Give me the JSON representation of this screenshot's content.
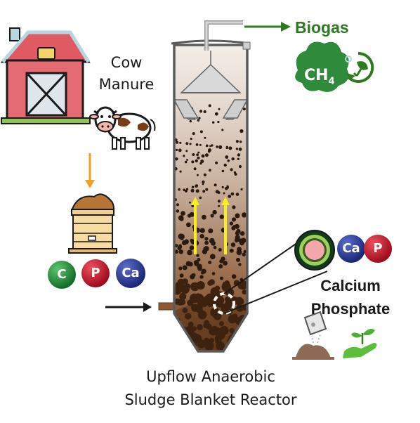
{
  "cow_label": [
    "Cow",
    "Manure"
  ],
  "biogas_label": "Biogas",
  "ch4_label": "CH",
  "ch4_sub": "4",
  "manure_elements": [
    "C",
    "P",
    "Ca"
  ],
  "product_elements": [
    "Ca",
    "P"
  ],
  "product_label": [
    "Calcium",
    "Phosphate"
  ],
  "reactor_label": [
    "Upflow Anaerobic",
    "Sludge Blanket Reactor"
  ],
  "colors": {
    "carbon": "#1f8a3a",
    "phosphorus": "#c8102e",
    "calcium": "#23348f",
    "biogas_green": "#2d7a1f",
    "sludge_brown": "#7a4a26",
    "flow_arrow": "#f0a020",
    "upflow_arrow": "#f7ef1c"
  },
  "icons": [
    "barn-icon",
    "cow-icon",
    "manure-bin-icon",
    "methane-cloud-icon",
    "renewable-plug-icon",
    "fertilizer-spread-icon",
    "plant-hand-icon"
  ]
}
